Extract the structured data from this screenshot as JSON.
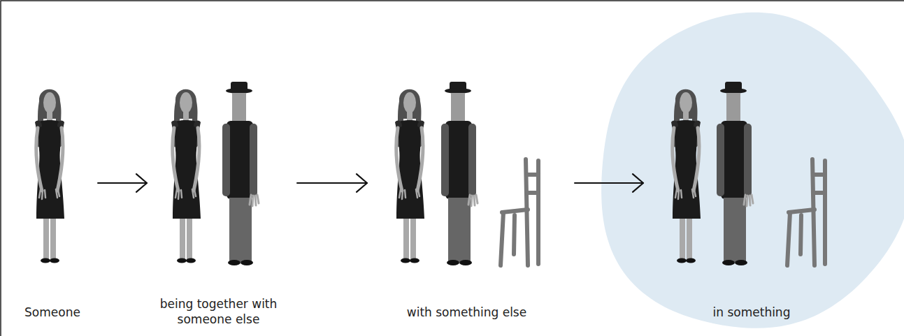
{
  "diagram": {
    "nodes": [
      {
        "text": [
          "Someone"
        ]
      },
      {
        "text": [
          "being together with someone else"
        ]
      },
      {
        "text": [
          "with something else"
        ]
      },
      {
        "text": [
          "in something"
        ]
      }
    ],
    "edges": [
      {
        "from": 0,
        "to": 1,
        "arrow": "to"
      },
      {
        "from": 1,
        "to": 2,
        "arrow": "to"
      },
      {
        "from": 2,
        "to": 3,
        "arrow": "to"
      }
    ]
  }
}
